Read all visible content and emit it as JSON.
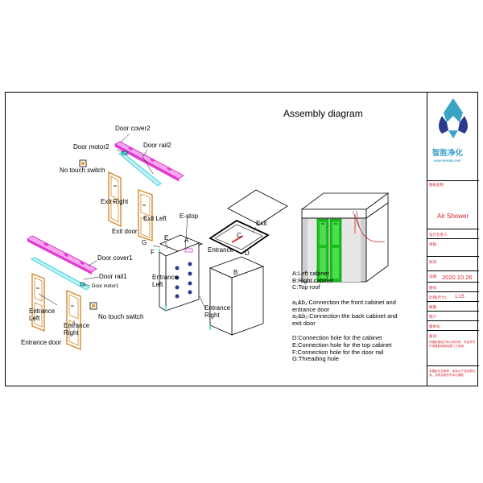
{
  "diagram": {
    "title": "Assembly diagram",
    "parts": {
      "door_cover2": "Door cover2",
      "door_motor2": "Door motor2",
      "door_rail2": "Door rail2",
      "no_touch_switch_top": "No touch switch",
      "exit_right": "Exit  Right",
      "exit_left": "Exit  Left",
      "exit_door": "Exit door",
      "door_cover1": "Door cover1",
      "door_rail1": "Door rail1",
      "door_motor1": "Door motor1",
      "no_touch_switch_bottom": "No touch switch",
      "entrance_left": "Entrance\nLeft",
      "entrance_right": "Entrance\nRight",
      "entrance_door": "Entrance door",
      "e_stop": "E-stop",
      "label_g": "G",
      "label_e": "E",
      "label_a": "A",
      "label_f": "F",
      "entrance": "Entrance",
      "entrance_left_cab": "Entrance\nLeft",
      "label_b": "B",
      "entrance_right_cab": "Entrance\nRight",
      "exit_roof": "Exit",
      "label_c": "C",
      "label_d": "D",
      "cabinet_letters": "ss"
    },
    "legend": [
      "A:Left cabinet",
      "B:Right  cabinet",
      "C:Top roof",
      "a₁&b₁:Connection the front cabinet and",
      "         entrance door",
      "a₂&b₂:Connection the back cabinet and",
      "exit door",
      "D:Connection hole for the cabinet",
      "E:Connection hole for the top cabinet",
      "F:Connection hole for the door rail",
      "G:Threading hole"
    ]
  },
  "title_block": {
    "company_cn": "智胜净化",
    "company_en": "HSB PURIFIED GRP",
    "product": "Air Shower",
    "date": "2020.10.26",
    "row_labels": [
      "图纸名称:",
      "设计负责人:",
      "审核:",
      "校对:",
      "日期:",
      "图号:",
      "比例(尺寸):",
      "数量:",
      "客户:",
      "版本号:"
    ],
    "scale_value": "1:15",
    "notes_label": "备注:",
    "note_text": "本图纸版权归本公司所有，未经许可不得复制或转给第三方使用",
    "footer_text": "本图纸仅供参考，实际以产品实物为准，如有变更恕不另行通知"
  },
  "colors": {
    "magenta": "#e23bd0",
    "cyan": "#41d3e0",
    "green": "#18c21b",
    "door_orange": "#d28a2c",
    "red": "#d2232a",
    "teal": "#3aa3c6",
    "navy": "#2c3a8e"
  }
}
